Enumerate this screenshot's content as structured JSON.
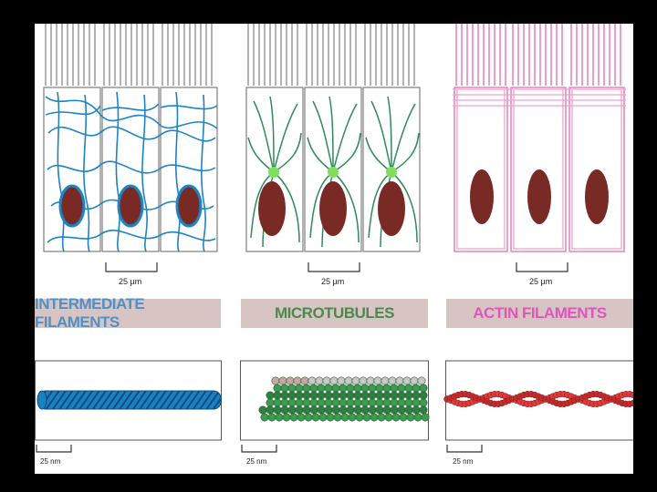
{
  "panels": [
    {
      "cell_scale": "25 µm",
      "title": "INTERMEDIATE FILAMENTS",
      "filament_scale": "25 nm",
      "color": "#1c84c6"
    },
    {
      "cell_scale": "25 µm",
      "title": "MICROTUBULES",
      "filament_scale": "25 nm",
      "color": "#2e8b57"
    },
    {
      "cell_scale": "25 µm",
      "title": "ACTIN FILAMENTS",
      "filament_scale": "25 nm",
      "color": "#d8387a"
    }
  ],
  "colors": {
    "nucleus": "#7a2a25",
    "banner": "#d8c4c2",
    "centrosome": "#7ee05a"
  }
}
